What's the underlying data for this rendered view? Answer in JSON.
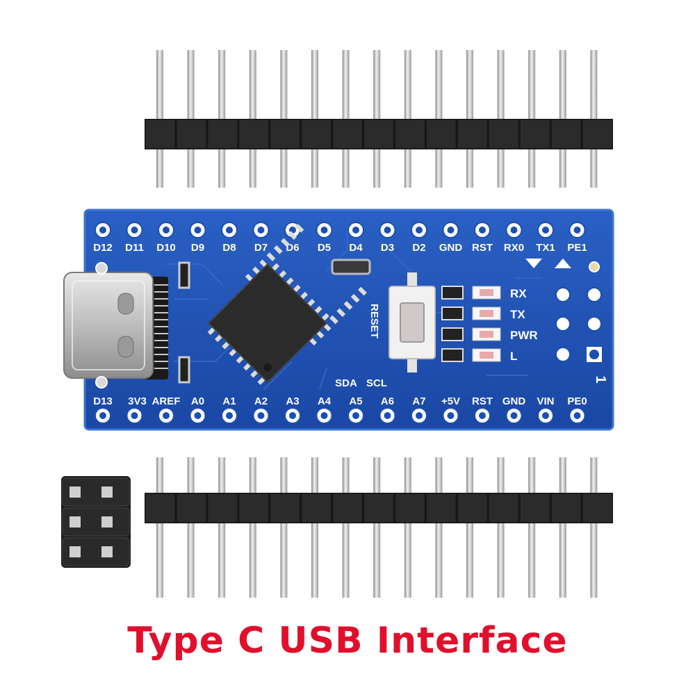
{
  "board": {
    "top_labels": [
      "D12",
      "D11",
      "D10",
      "D9",
      "D8",
      "D7",
      "D6",
      "D5",
      "D4",
      "D3",
      "D2",
      "GND",
      "RST",
      "RX0",
      "TX1",
      "PE1"
    ],
    "bottom_labels": [
      "D13",
      "3V3",
      "AREF",
      "A0",
      "A1",
      "A2",
      "A3",
      "A4",
      "A5",
      "A6",
      "A7",
      "+5V",
      "RST",
      "GND",
      "VIN",
      "PE0"
    ],
    "reset_label": "RESET",
    "i2c_labels": {
      "sda": "SDA",
      "scl": "SCL"
    },
    "led_labels": [
      "RX",
      "TX",
      "PWR",
      "L"
    ],
    "pin1_label": "1",
    "colors": {
      "pcb": "#1c4fb0",
      "pcb_edge": "#2a60c8",
      "silkscreen": "#ffffff",
      "caption": "#e0102c"
    }
  },
  "caption": {
    "text": "Type C USB Interface"
  }
}
